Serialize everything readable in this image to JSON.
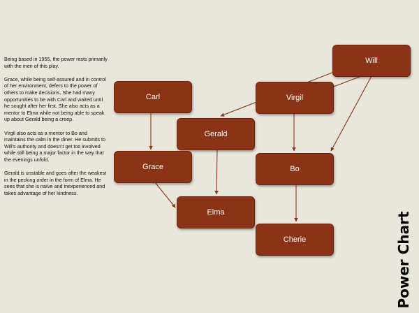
{
  "title": "Power Chart",
  "body_paragraphs": [
    "Being based in 1955, the power rests primarily with the men of this play.",
    "Grace, while being self-assured and in control of her environment, defers to the power of others to make decisions. She had many opportunities to be with Carl and waited until he sought after her first. She also acts as a mentor to Elma while not being able to speak up about Gerald being a creep.",
    "Virgil also acts as a mentor to Bo and maintains the calm in the diner. He submits to Will’s authority and doesn’t get too involved while still being a major factor in the way that the evenings unfold.",
    "Gerald is unstable and goes after the weakest in the pecking order in the form of Elma. He sees that she is naïve and inexperienced and takes advantage of her kindness."
  ],
  "nodes": {
    "will": "Will",
    "carl": "Carl",
    "virgil": "Virgil",
    "gerald": "Gerald",
    "grace": "Grace",
    "bo": "Bo",
    "elma": "Elma",
    "cherie": "Cherie"
  },
  "edges": [
    [
      "will",
      "gerald"
    ],
    [
      "will",
      "virgil"
    ],
    [
      "will",
      "bo"
    ],
    [
      "carl",
      "grace"
    ],
    [
      "virgil",
      "bo"
    ],
    [
      "gerald",
      "elma"
    ],
    [
      "grace",
      "elma"
    ],
    [
      "bo",
      "cherie"
    ]
  ],
  "colors": {
    "node_fill": "#8a3316",
    "arrow": "#8a3316",
    "background": "#e9e6dc"
  }
}
